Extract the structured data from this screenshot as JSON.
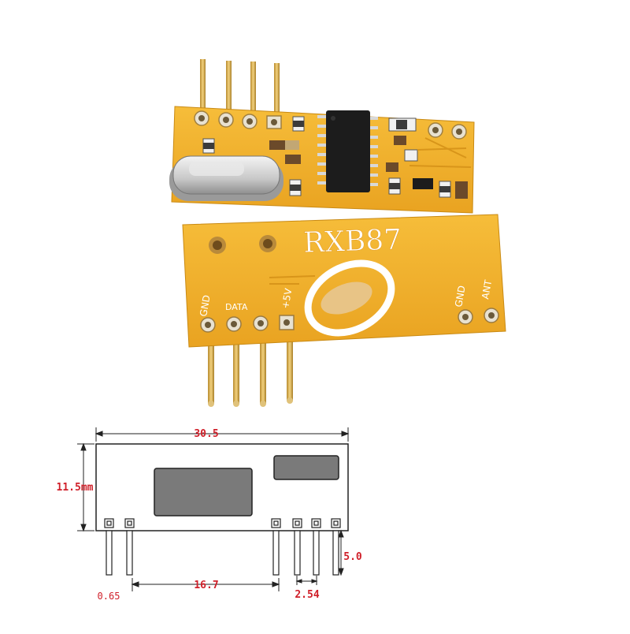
{
  "product_photo": {
    "brand_label": "RXB87",
    "pin_labels": [
      "GND",
      "DATA",
      "+5V"
    ],
    "antenna_pins": [
      "GND",
      "ANT"
    ]
  },
  "dimension_drawing": {
    "width": "30.5",
    "height": "11.5mm",
    "pin_offset": "16.7",
    "pin_pitch": "2.54",
    "pin_length": "5.0",
    "edge_offset": "0.65"
  },
  "colors": {
    "pcb": "#f2b027",
    "pcb_dark": "#d8951a",
    "chip": "#1c1c1c",
    "pin": "#d9b25a",
    "dimension_text": "#d0202a",
    "drawing_line": "#222222",
    "drawing_fill": "#7a7a7a"
  }
}
